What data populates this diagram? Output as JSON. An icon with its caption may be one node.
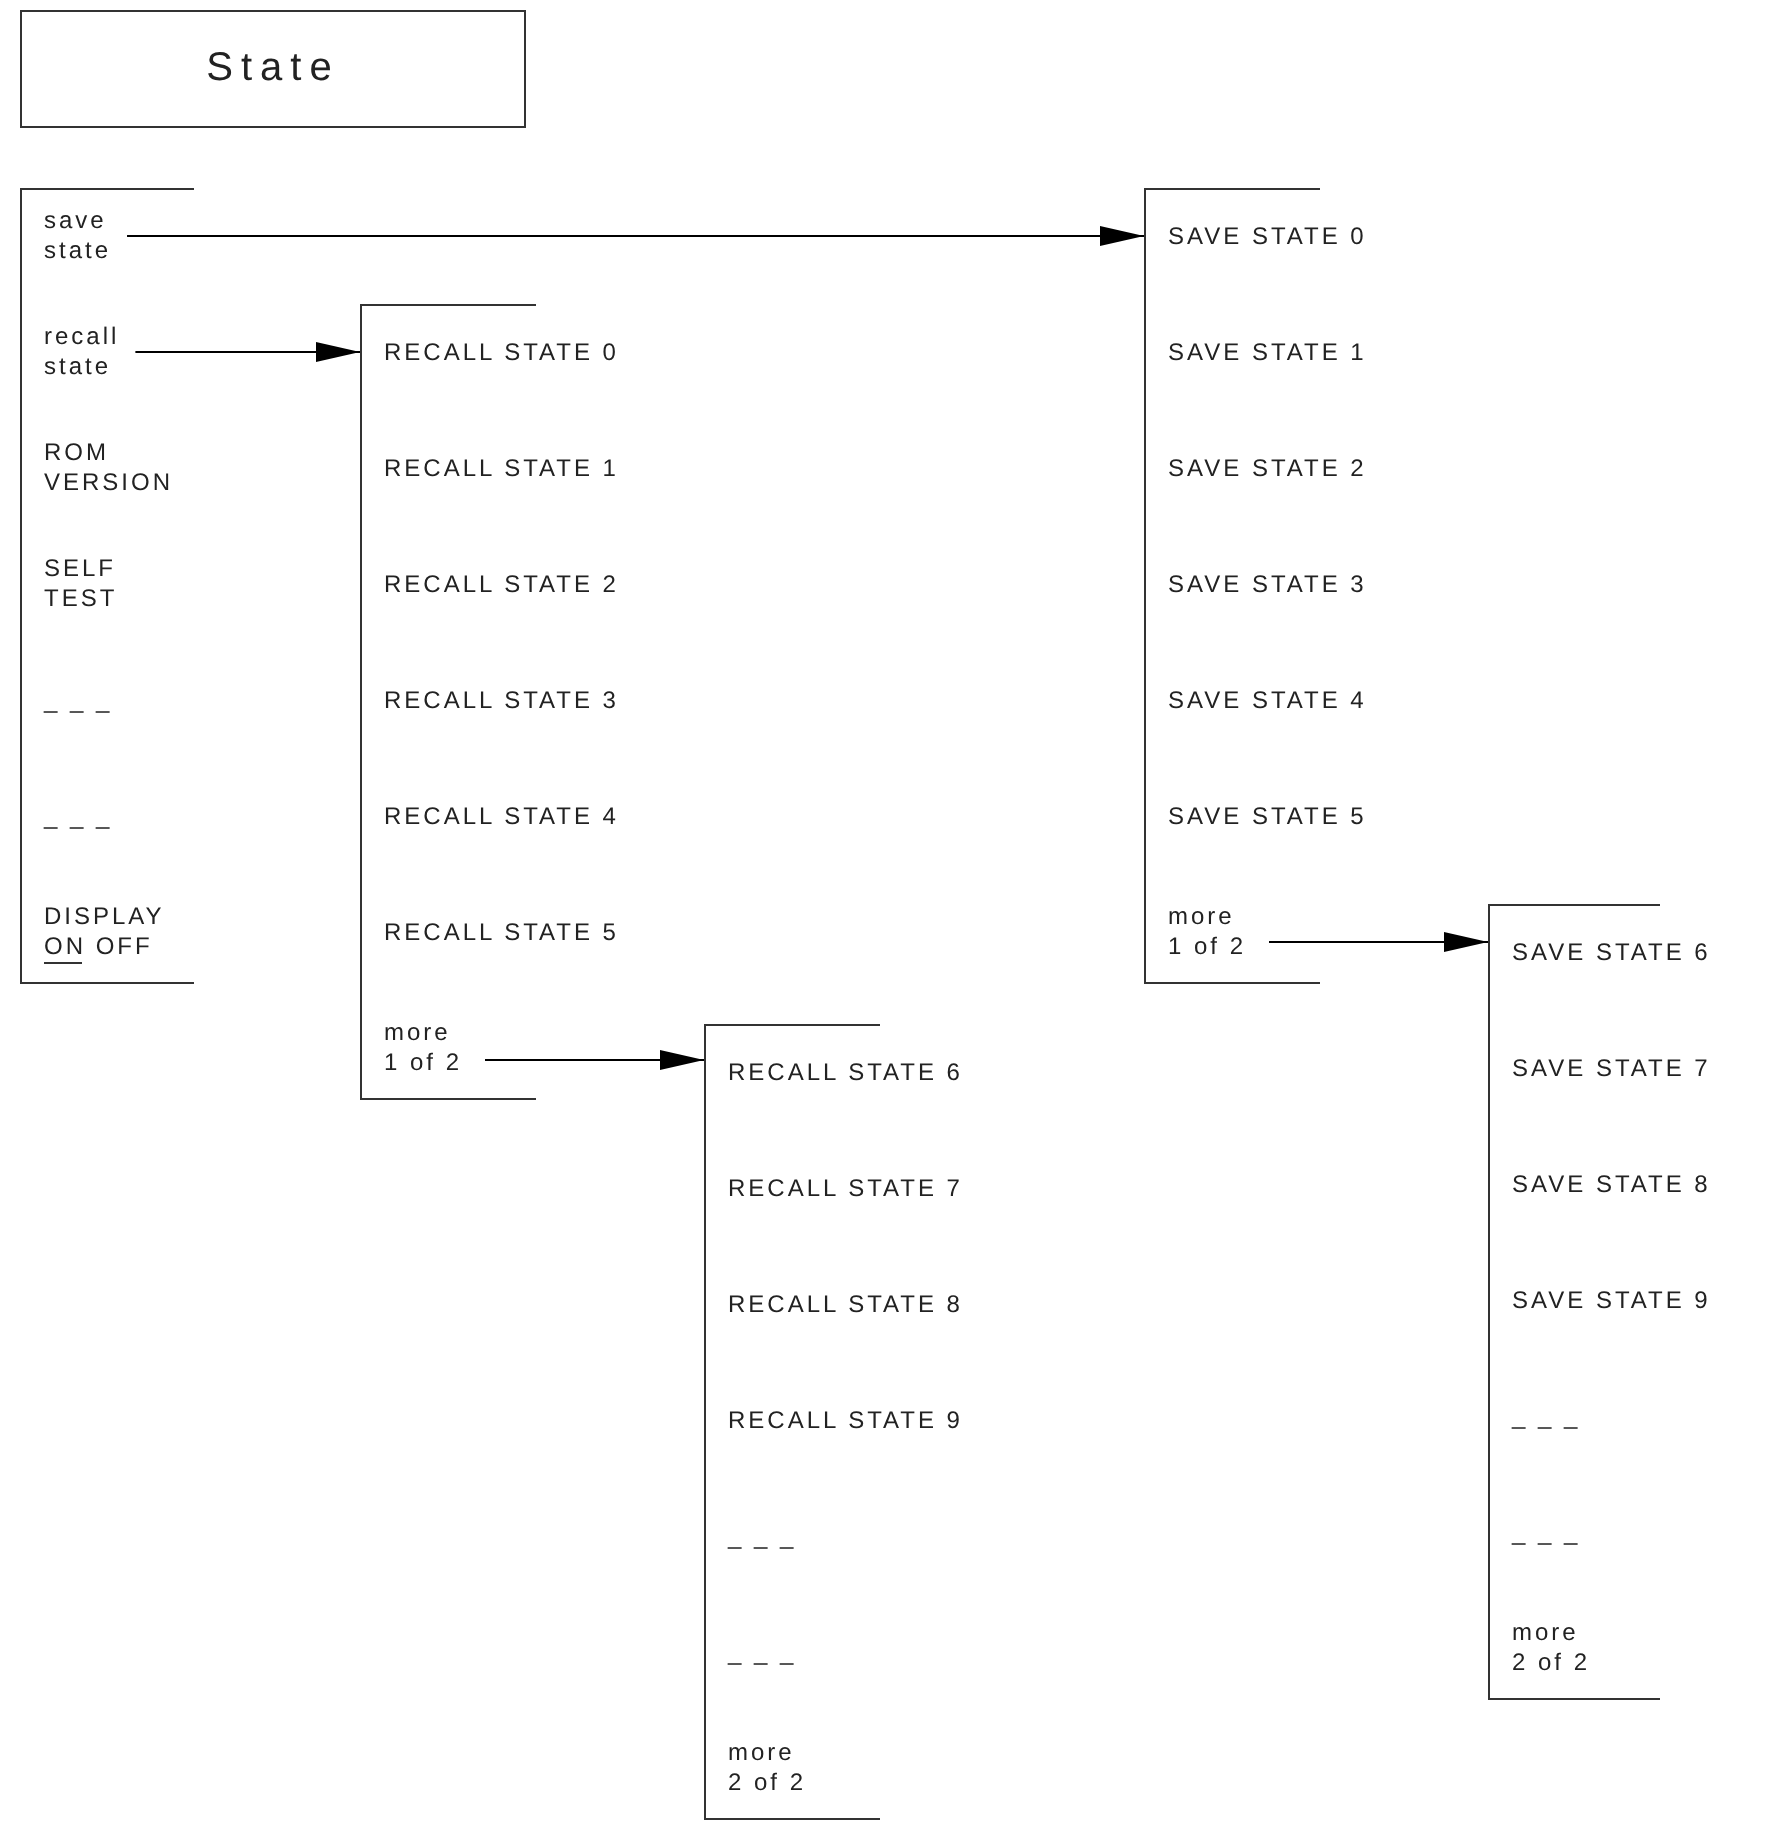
{
  "diagram": {
    "nodes": [
      {
        "text": [
          "State"
        ]
      },
      {
        "text": [],
        "shape": "bracket"
      },
      {
        "text": [
          "save state"
        ],
        "in": 1
      },
      {
        "text": [
          "recall state"
        ],
        "in": 1
      },
      {
        "text": [
          "ROM VERSION"
        ],
        "in": 1
      },
      {
        "text": [
          "SELF TEST"
        ],
        "in": 1
      },
      {
        "text": [
          "_ _ _"
        ],
        "in": 1
      },
      {
        "text": [
          "_ _ _"
        ],
        "in": 1
      },
      {
        "text": [
          "DISPLAY ON OFF"
        ],
        "in": 1
      },
      {
        "text": [],
        "shape": "bracket"
      },
      {
        "text": [
          "RECALL STATE 0"
        ],
        "in": 9
      },
      {
        "text": [
          "RECALL STATE 1"
        ],
        "in": 9
      },
      {
        "text": [
          "RECALL STATE 2"
        ],
        "in": 9
      },
      {
        "text": [
          "RECALL STATE 3"
        ],
        "in": 9
      },
      {
        "text": [
          "RECALL STATE 4"
        ],
        "in": 9
      },
      {
        "text": [
          "RECALL STATE 5"
        ],
        "in": 9
      },
      {
        "text": [
          "more 1 of 2"
        ],
        "in": 9
      },
      {
        "text": [],
        "shape": "bracket"
      },
      {
        "text": [
          "SAVE STATE 0"
        ],
        "in": 17
      },
      {
        "text": [
          "SAVE STATE 1"
        ],
        "in": 17
      },
      {
        "text": [
          "SAVE STATE 2"
        ],
        "in": 17
      },
      {
        "text": [
          "SAVE STATE 3"
        ],
        "in": 17
      },
      {
        "text": [
          "SAVE STATE 4"
        ],
        "in": 17
      },
      {
        "text": [
          "SAVE STATE 5"
        ],
        "in": 17
      },
      {
        "text": [
          "more 1 of 2"
        ],
        "in": 17
      },
      {
        "text": [],
        "shape": "bracket"
      },
      {
        "text": [
          "RECALL STATE 6"
        ],
        "in": 25
      },
      {
        "text": [
          "RECALL STATE 7"
        ],
        "in": 25
      },
      {
        "text": [
          "RECALL STATE 8"
        ],
        "in": 25
      },
      {
        "text": [
          "RECALL STATE 9"
        ],
        "in": 25
      },
      {
        "text": [
          "_ _ _"
        ],
        "in": 25
      },
      {
        "text": [
          "_ _ _"
        ],
        "in": 25
      },
      {
        "text": [
          "more 2 of 2"
        ],
        "in": 25
      },
      {
        "text": [],
        "shape": "bracket"
      },
      {
        "text": [
          "SAVE STATE 6"
        ],
        "in": 33
      },
      {
        "text": [
          "SAVE STATE 7"
        ],
        "in": 33
      },
      {
        "text": [
          "SAVE STATE 8"
        ],
        "in": 33
      },
      {
        "text": [
          "SAVE STATE 9"
        ],
        "in": 33
      },
      {
        "text": [
          "_ _ _"
        ],
        "in": 33
      },
      {
        "text": [
          "_ _ _"
        ],
        "in": 33
      },
      {
        "text": [
          "more 2 of 2"
        ],
        "in": 33
      }
    ],
    "edges": [
      {
        "from": 2,
        "to": 18,
        "arrow": "to"
      },
      {
        "from": 3,
        "to": 10,
        "arrow": "to"
      },
      {
        "from": 16,
        "to": 26,
        "arrow": "to"
      },
      {
        "from": 24,
        "to": 34,
        "arrow": "to"
      }
    ]
  }
}
